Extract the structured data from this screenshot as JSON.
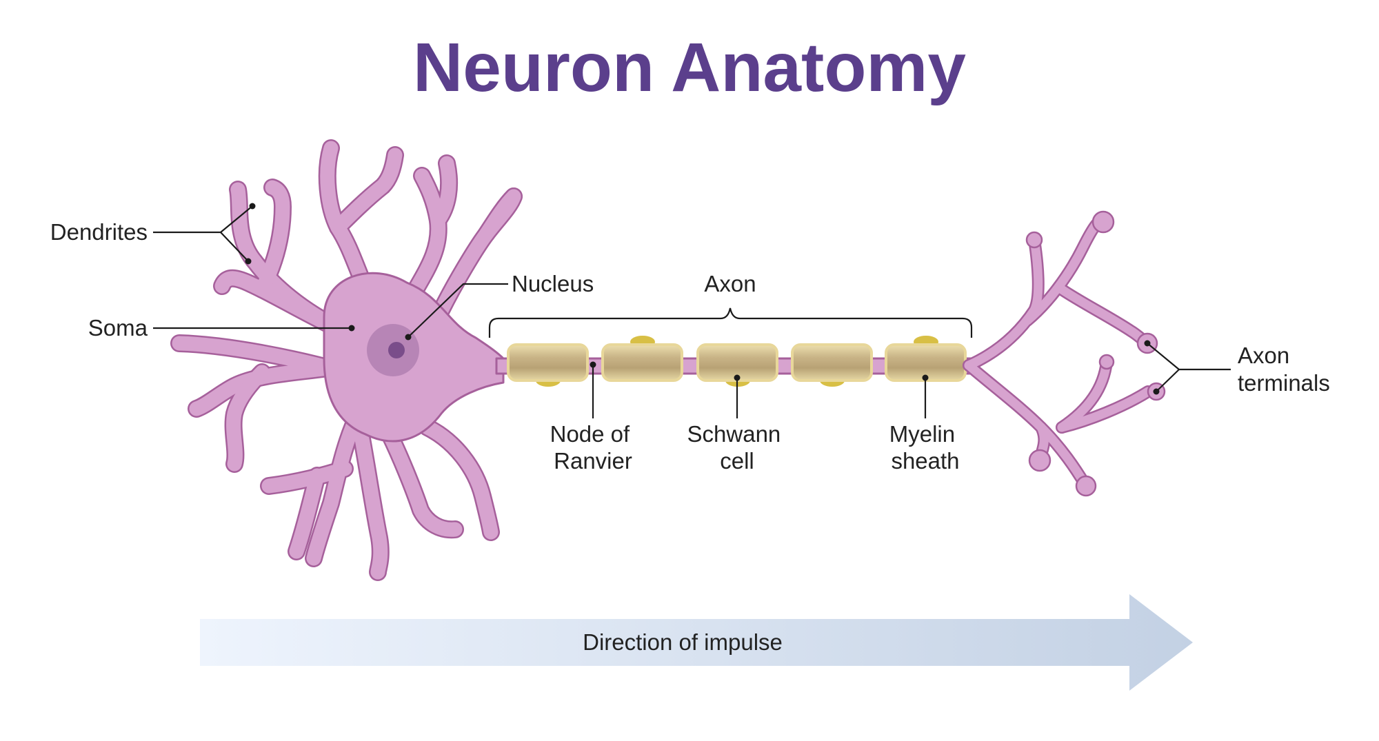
{
  "title": "Neuron Anatomy",
  "labels": {
    "dendrites": "Dendrites",
    "soma": "Soma",
    "nucleus": "Nucleus",
    "axon": "Axon",
    "node_of_ranvier": [
      "Node of",
      "Ranvier"
    ],
    "schwann_cell": [
      "Schwann",
      "cell"
    ],
    "myelin_sheath": [
      "Myelin",
      "sheath"
    ],
    "axon_terminals": [
      "Axon",
      "terminals"
    ]
  },
  "impulse_arrow": {
    "label": "Direction of impulse"
  },
  "colors": {
    "title": "#5b3f8c",
    "neuron_fill": "#d7a3cf",
    "neuron_stroke": "#a6609b",
    "nucleus_outer": "#b785b6",
    "nucleus_inner": "#7a4d8a",
    "myelin_fill": "#c9b487",
    "myelin_stroke": "#e8d79a",
    "schwann_nucleus": "#d8bf45",
    "arrow_start": "#eef4fd",
    "arrow_end": "#c3d1e4",
    "leader": "#1a1a1a"
  }
}
